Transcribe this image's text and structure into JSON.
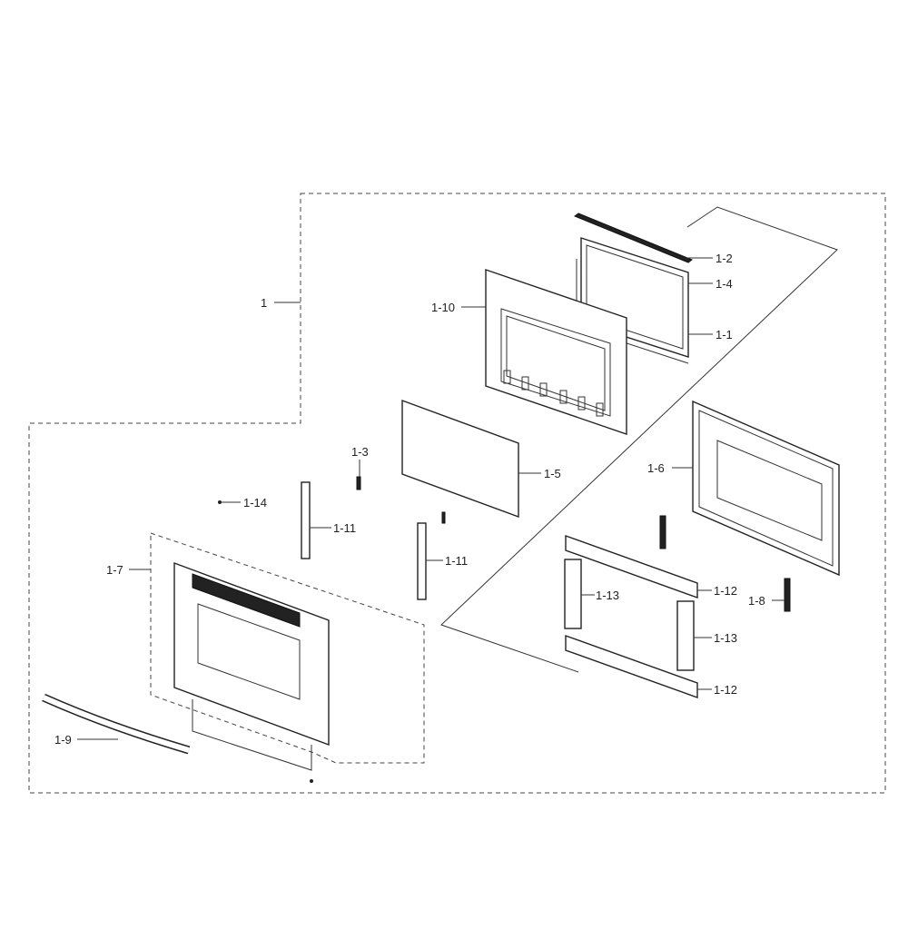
{
  "diagram": {
    "labels": {
      "l1": "1",
      "l1_1": "1-1",
      "l1_2": "1-2",
      "l1_3": "1-3",
      "l1_4": "1-4",
      "l1_5": "1-5",
      "l1_6": "1-6",
      "l1_7": "1-7",
      "l1_8": "1-8",
      "l1_9": "1-9",
      "l1_10": "1-10",
      "l1_11a": "1-11",
      "l1_11b": "1-11",
      "l1_12a": "1-12",
      "l1_12b": "1-12",
      "l1_13a": "1-13",
      "l1_13b": "1-13",
      "l1_14": "1-14"
    }
  }
}
